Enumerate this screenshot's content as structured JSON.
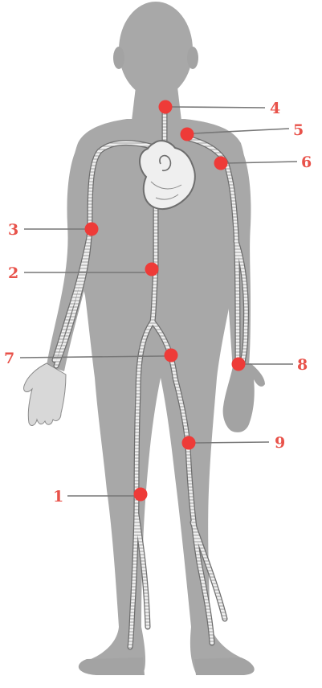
{
  "colors": {
    "background": "#ffffff",
    "body_fill": "#a8a8a8",
    "body_shadow": "#8f8f8f",
    "vessel": "#f2f2f2",
    "vessel_edge": "#6e6e6e",
    "marker": "#ee3b38",
    "label": "#e8524a",
    "leader": "#777777"
  },
  "labels": [
    "4",
    "5",
    "6",
    "3",
    "2",
    "7",
    "8",
    "9",
    "1"
  ]
}
